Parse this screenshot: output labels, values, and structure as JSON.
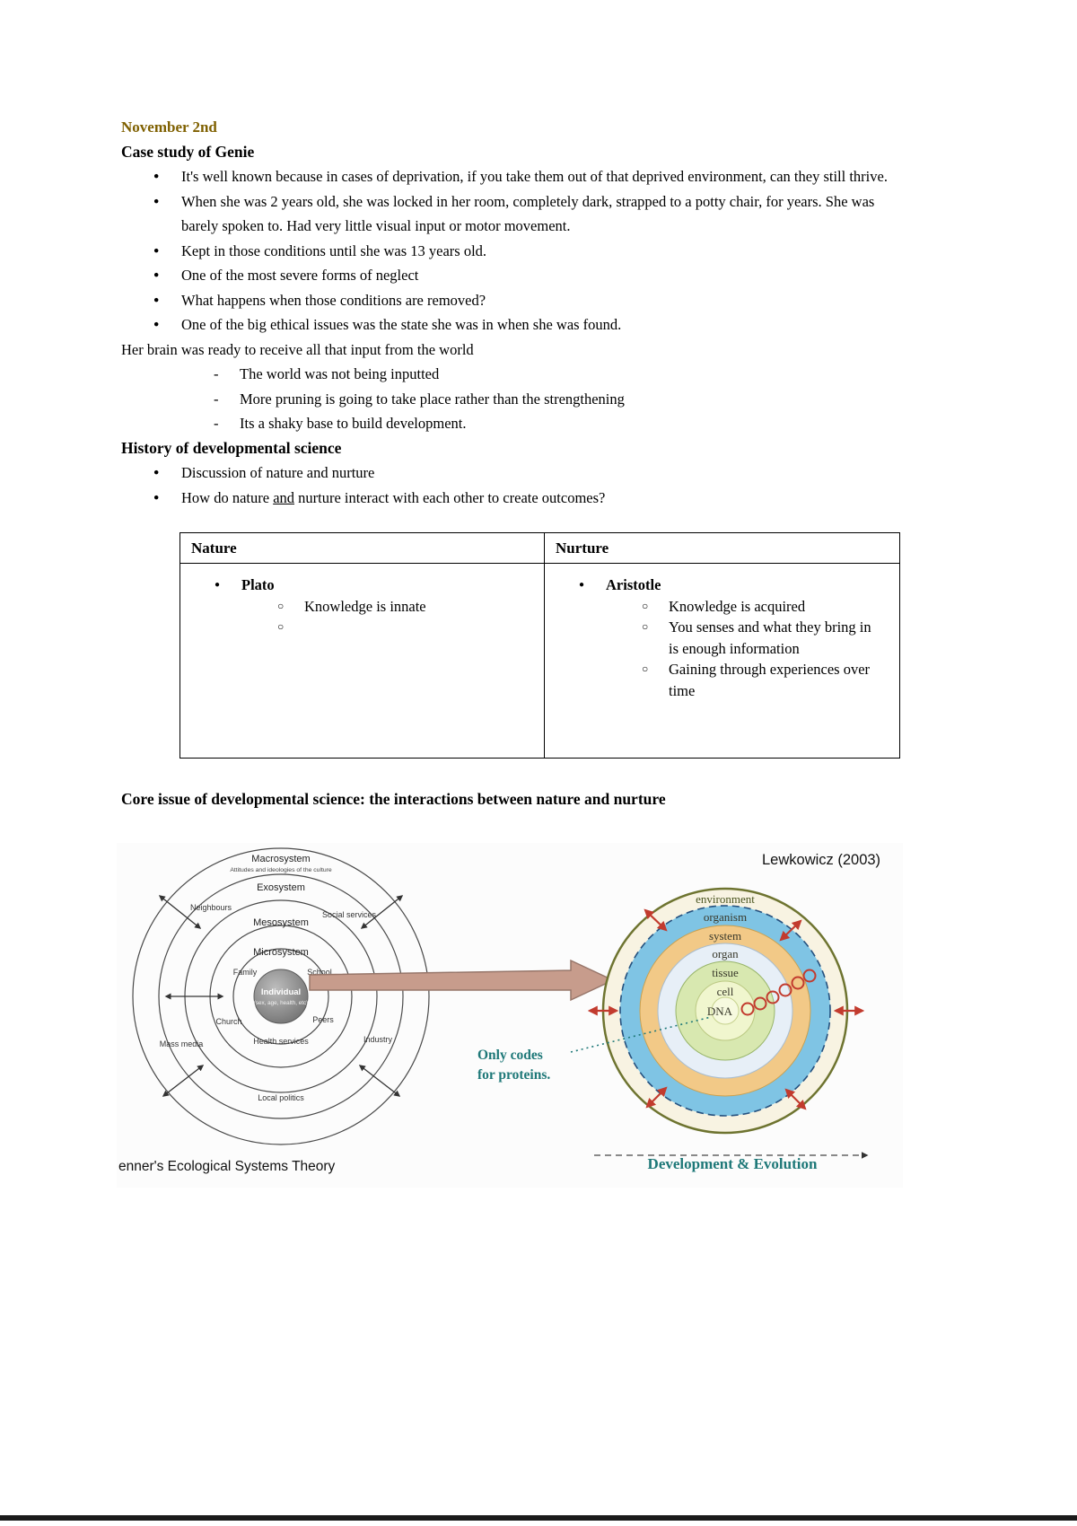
{
  "doc": {
    "date_heading": "November 2nd",
    "genie": {
      "title": "Case study of Genie",
      "bullets": [
        "It's well known because in cases of deprivation, if you take them out of that deprived environment, can they still thrive.",
        "When she was 2 years old, she was locked in her room, completely dark, strapped to a potty chair, for years. She was barely spoken to. Had very little visual input or motor movement.",
        "Kept in those conditions until she was 13 years old.",
        "One of the most severe forms of neglect",
        "What happens when those conditions are removed?",
        "One of the big ethical issues was the state she was in when she was found."
      ],
      "note": "Her brain was ready to receive all that input from the world",
      "dash_items": [
        "The world was not being inputted",
        "More pruning is going to take place rather than the strengthening",
        "Its a shaky base to build development."
      ]
    },
    "history": {
      "title": "History of developmental science",
      "bullet1": "Discussion of nature and nurture",
      "q_pre": "How do nature ",
      "q_underlined": "and",
      "q_post": " nurture interact with each other to create outcomes?"
    },
    "table": {
      "headers": [
        "Nature",
        "Nurture"
      ],
      "nature": {
        "main": "Plato",
        "subs": [
          "Knowledge is innate",
          ""
        ]
      },
      "nurture": {
        "main": "Aristotle",
        "subs": [
          "Knowledge is acquired",
          "You senses and what they bring in is enough information",
          "Gaining through experiences over time"
        ]
      }
    },
    "core_title": "Core issue of developmental science: the interactions between nature and nurture"
  },
  "figure": {
    "eco": {
      "rings": [
        "Macrosystem",
        "Exosystem",
        "Mesosystem",
        "Microsystem"
      ],
      "macro_subtitle": "Attitudes and ideologies of the culture",
      "center_label": "Individual",
      "center_sub": "(sex, age, health, etc)",
      "satellites": [
        "Neighbours",
        "Social services",
        "Family",
        "School",
        "Church",
        "Peers",
        "Health services",
        "Mass media",
        "Industry",
        "Local politics"
      ],
      "caption": "enner's Ecological Systems Theory"
    },
    "lew": {
      "attribution": "Lewkowicz (2003)",
      "rings": [
        "environment",
        "organism",
        "system",
        "organ",
        "tissue",
        "cell",
        "DNA"
      ],
      "note_line1": "Only codes",
      "note_line2": "for proteins.",
      "caption": "Development & Evolution"
    },
    "colors": {
      "date_heading": "#7F6000",
      "teal": "#1E7878",
      "ring_environment": "#F8F3E2",
      "ring_organism": "#7FC4E4",
      "ring_system": "#F2C987",
      "ring_organ": "#E7EFF7",
      "ring_tissue": "#D8E8B0",
      "ring_cell": "#F0F6CE",
      "ring_center": "#F7FADF",
      "red_arrow": "#C23B2E",
      "big_arrow": "#C79C8C"
    }
  }
}
